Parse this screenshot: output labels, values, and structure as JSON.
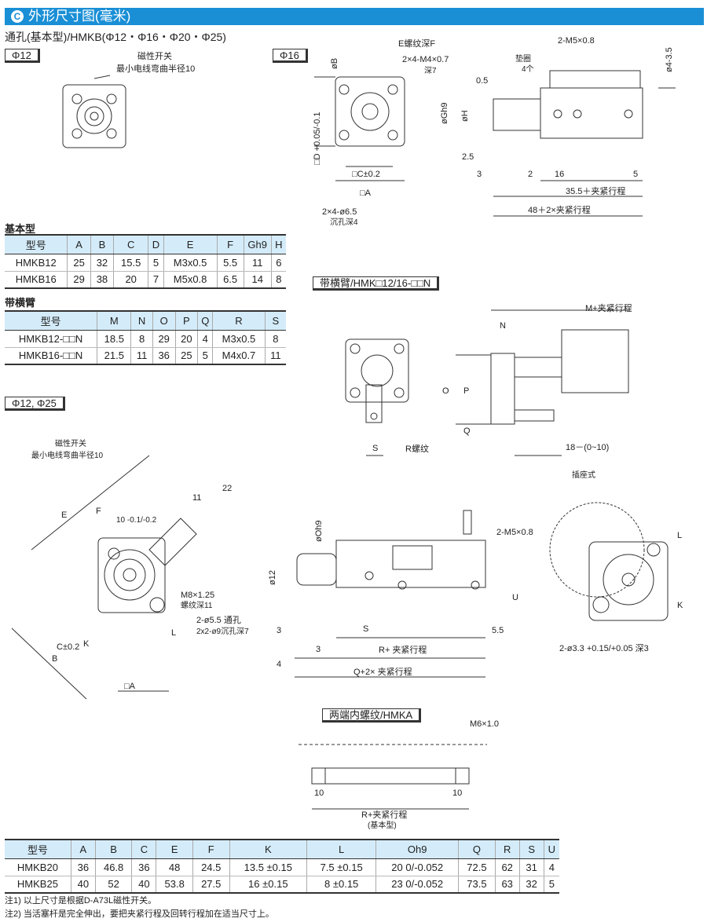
{
  "header": {
    "icon": "C",
    "title": "外形尺寸图(毫米)"
  },
  "subtitle": "通孔(基本型)/HMKB(Φ12・Φ16・Φ20・Φ25)",
  "tags": {
    "phi12": "Φ12",
    "phi16": "Φ16",
    "arm": "带横臂/HMK□12/16-□□N",
    "phi12_25": "Φ12, Φ25",
    "hmka": "两端内螺纹/HMKA"
  },
  "d1": {
    "switch": "磁性开关",
    "bend": "最小电线弯曲半径10"
  },
  "d2": {
    "oB": "øB",
    "e": "E螺纹深F",
    "m4": "2×4-M4×0.7",
    "depth7": "深7",
    "D": "□D +0.05/-0.1",
    "C": "□C±0.2",
    "A": "□A",
    "hole": "2×4-ø6.5",
    "cb": "沉孔深4"
  },
  "d3": {
    "m5": "2-M5×0.8",
    "o4": "ø4-3.5",
    "washer": "垫圈",
    "washer_n": "4个",
    "d05": "0.5",
    "gh9": "øGh9",
    "h": "øH",
    "d25": "2.5",
    "d3": "3",
    "d2": "2",
    "d16": "16",
    "d5": "5",
    "len1": "35.5＋夹紧行程",
    "len2": "48＋2×夹紧行程"
  },
  "table1": {
    "title": "基本型",
    "headers": [
      "型号",
      "A",
      "B",
      "C",
      "D",
      "E",
      "F",
      "Gh9",
      "H"
    ],
    "rows": [
      [
        "HMKB12",
        "25",
        "32",
        "15.5",
        "5",
        "M3x0.5",
        "5.5",
        "11",
        "6"
      ],
      [
        "HMKB16",
        "29",
        "38",
        "20",
        "7",
        "M5x0.8",
        "6.5",
        "14",
        "8"
      ]
    ]
  },
  "table2": {
    "title": "带横臂",
    "headers": [
      "型号",
      "M",
      "N",
      "O",
      "P",
      "Q",
      "R",
      "S"
    ],
    "rows": [
      [
        "HMKB12-□□N",
        "18.5",
        "8",
        "29",
        "20",
        "4",
        "M3x0.5",
        "8"
      ],
      [
        "HMKB16-□□N",
        "21.5",
        "11",
        "36",
        "25",
        "5",
        "M4x0.7",
        "11"
      ]
    ]
  },
  "d4": {
    "m": "M+夹紧行程",
    "n": "N",
    "o": "O",
    "p": "P",
    "q": "Q",
    "s": "S",
    "r": "R螺纹",
    "x18": "18－(0~10)"
  },
  "d5": {
    "switch": "磁性开关",
    "bend": "最小电线弯曲半径10",
    "e": "E",
    "f": "F",
    "tol": "10 -0.1/-0.2",
    "d11": "11",
    "d22": "22",
    "m8": "M8×1.25",
    "m8d": "螺纹深11",
    "hole": "2-ø5.5 通孔",
    "cb": "2x2-ø9沉孔深7",
    "l": "L",
    "k": "K",
    "c": "C±0.2",
    "b": "B",
    "a": "□A"
  },
  "d6": {
    "oh9": "øOh9",
    "o12": "ø12",
    "m5": "2-M5×0.8",
    "u": "U",
    "d3a": "3",
    "s": "S",
    "d55": "5.5",
    "d3b": "3",
    "r": "R+ 夹紧行程",
    "d4": "4",
    "q": "Q+2× 夹紧行程"
  },
  "d7": {
    "socket": "插座式",
    "l": "L",
    "k": "K",
    "hole": "2-ø3.3 +0.15/+0.05 深3"
  },
  "d8": {
    "m6": "M6×1.0",
    "d10a": "10",
    "d10b": "10",
    "r": "R+夹紧行程",
    "basic": "(基本型)"
  },
  "table3": {
    "headers": [
      "型号",
      "A",
      "B",
      "C",
      "E",
      "F",
      "K",
      "L",
      "Oh9",
      "Q",
      "R",
      "S",
      "U"
    ],
    "rows": [
      [
        "HMKB20",
        "36",
        "46.8",
        "36",
        "48",
        "24.5",
        "13.5 ±0.15",
        "7.5 ±0.15",
        "20 0/-0.052",
        "72.5",
        "62",
        "31",
        "4"
      ],
      [
        "HMKB25",
        "40",
        "52",
        "40",
        "53.8",
        "27.5",
        "16 ±0.15",
        "8 ±0.15",
        "23 0/-0.052",
        "73.5",
        "63",
        "32",
        "5"
      ]
    ]
  },
  "notes": [
    "注1) 以上尺寸是根据D-A73L磁性开关。",
    "注2) 当活塞杆是完全伸出，要把夹紧行程及回转行程加在适当尺寸上。"
  ]
}
